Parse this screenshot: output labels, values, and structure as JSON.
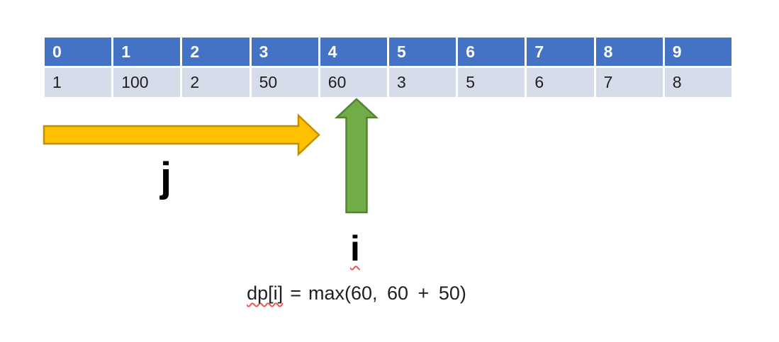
{
  "diagram": {
    "table": {
      "header_cells": [
        "0",
        "1",
        "2",
        "3",
        "4",
        "5",
        "6",
        "7",
        "8",
        "9"
      ],
      "value_cells": [
        "1",
        "100",
        "2",
        "50",
        "60",
        "3",
        "5",
        "6",
        "7",
        "8"
      ]
    },
    "pointers": {
      "j_label": "j",
      "i_label": "i"
    },
    "formula": {
      "lhs": "dp[i]",
      "equals": "=",
      "rhs": "max(60, 60 + 50)"
    },
    "colors": {
      "header_bg": "#4472c4",
      "header_text": "#ffffff",
      "value_bg": "#d6dce9",
      "value_text": "#1f1f1f",
      "j_arrow_fill": "#ffc000",
      "j_arrow_stroke": "#bf9000",
      "i_arrow_fill": "#70ad47",
      "i_arrow_stroke": "#548235",
      "spellcheck": "#f05454"
    }
  }
}
